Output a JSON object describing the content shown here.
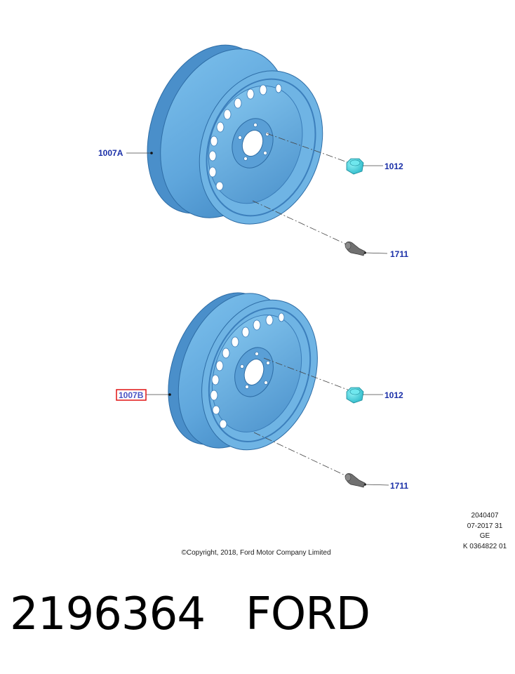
{
  "callouts": {
    "top_wheel": "1007A",
    "top_nut": "1012",
    "top_valve": "1711",
    "bottom_wheel": "1007B",
    "bottom_nut": "1012",
    "bottom_valve": "1711"
  },
  "drawing_info": {
    "line1": "2040407",
    "line2": "07-2017 31",
    "line3": "GE",
    "line4": "K 0364822 01"
  },
  "copyright": "©Copyright, 2018, Ford Motor Company Limited",
  "footer": {
    "part_number": "2196364",
    "brand": "FORD"
  },
  "colors": {
    "wheel_fill": "#5fa6dc",
    "wheel_dark": "#3f86c2",
    "nut_fill": "#3fd3de",
    "valve_fill": "#707070",
    "callout_text": "#1a2fa8",
    "selected_box": "#e01515"
  }
}
